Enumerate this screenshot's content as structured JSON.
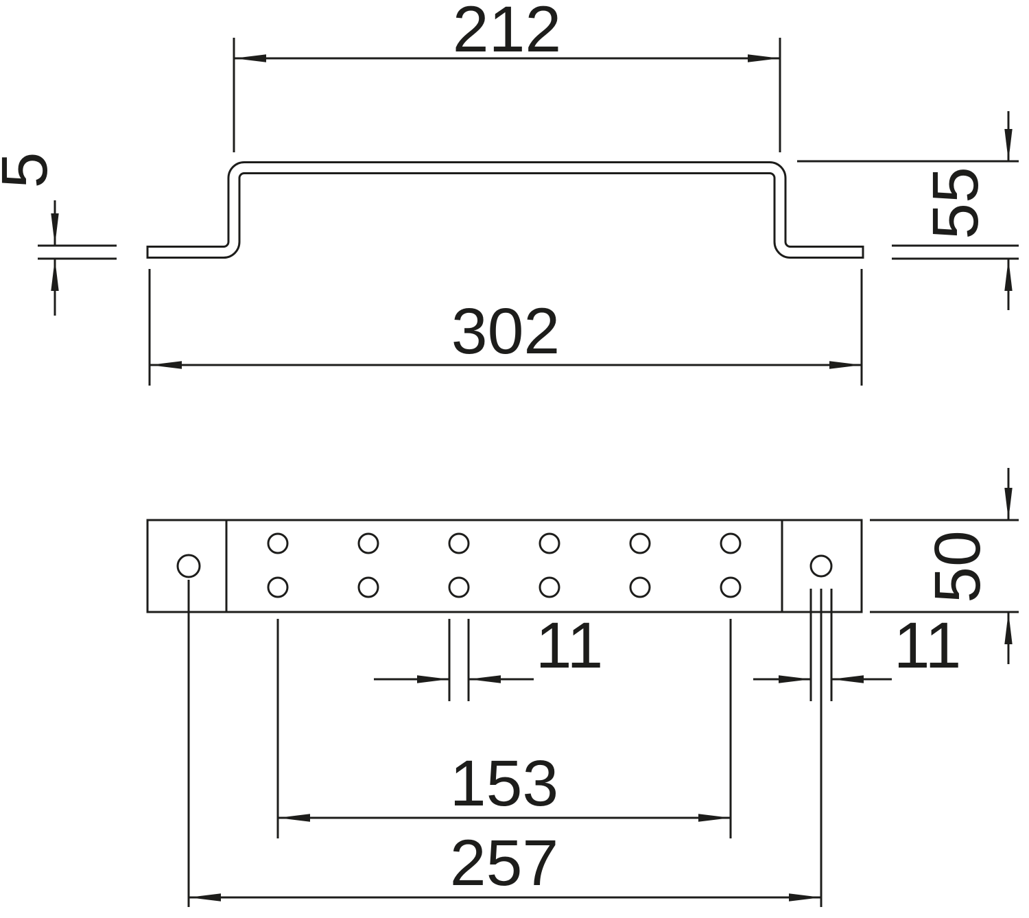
{
  "drawing": {
    "type": "technical-dimension-drawing",
    "line_color": "#1d1d1b",
    "background_color": "#ffffff",
    "views": {
      "section": {
        "name": "hat-profile-section",
        "dims": {
          "top_width": "212",
          "thickness": "5",
          "height": "55",
          "overall_width": "302"
        }
      },
      "plan": {
        "name": "plan-view-with-holes",
        "dims": {
          "depth": "50",
          "hole_dia_center": "11",
          "hole_dia_end": "11",
          "center_hole_span": "153",
          "end_hole_span": "257"
        }
      }
    }
  }
}
